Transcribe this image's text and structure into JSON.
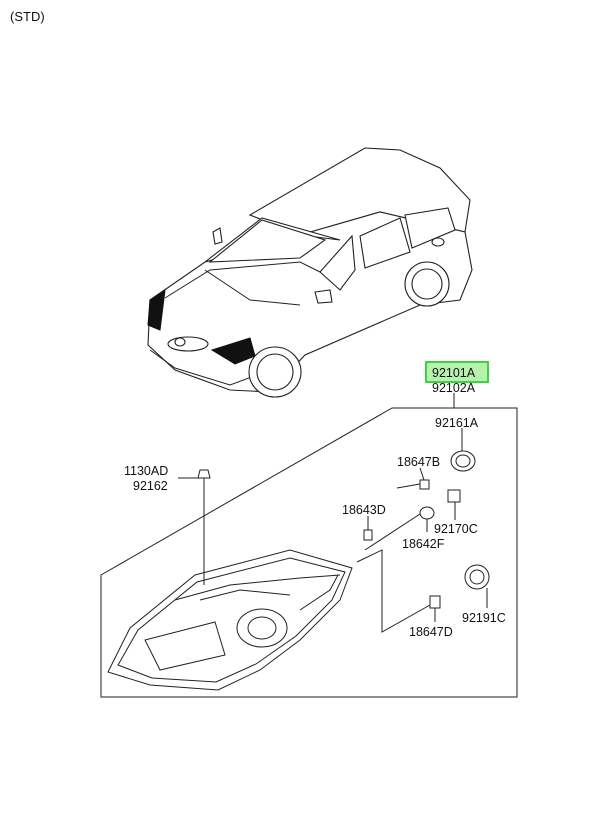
{
  "variant_label": "(STD)",
  "part_numbers": {
    "headlamp_lh": "92101A",
    "headlamp_rh": "92102A",
    "cap_upper": "92161A",
    "bulb_socket_upper": "18647B",
    "bolt": "1130AD",
    "bolt_alt": "92162",
    "bulb_h7": "18643D",
    "bulb_side": "18642F",
    "socket_side": "92170C",
    "bulb_socket_lower": "18647D",
    "cap_lower": "92191C"
  },
  "colors": {
    "highlight_fill": "#b8f0b0",
    "highlight_stroke": "#3fd23f",
    "line": "#222222"
  }
}
